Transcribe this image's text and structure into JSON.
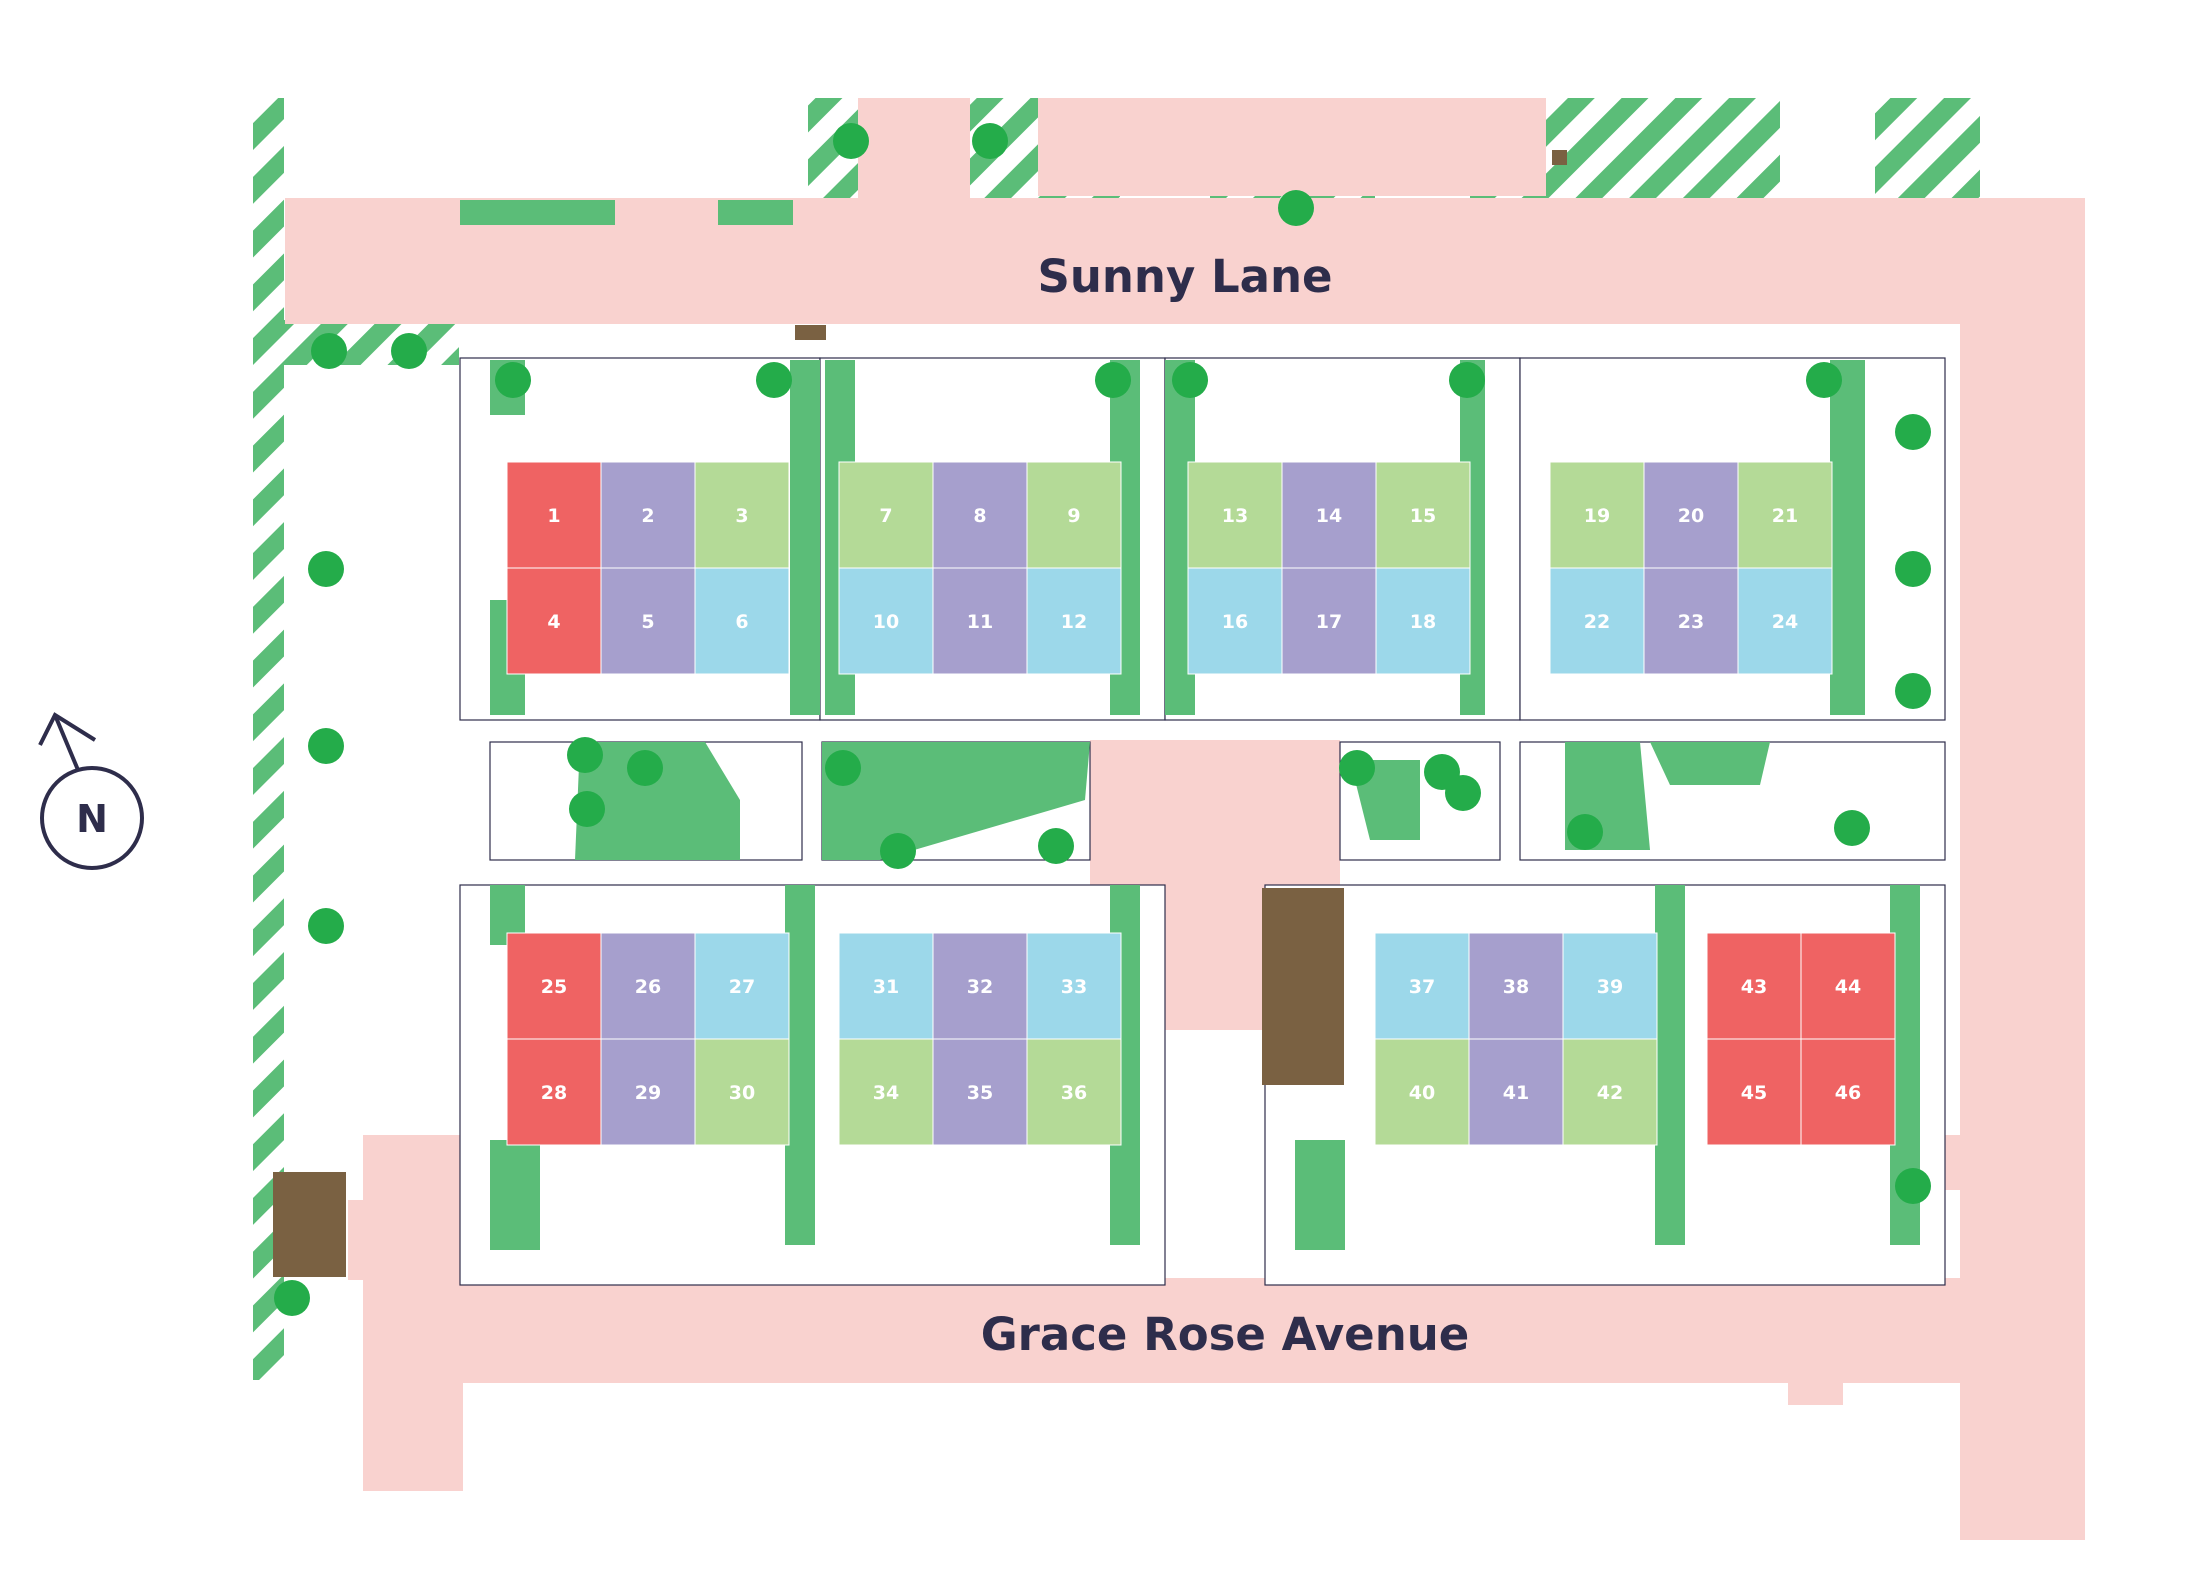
{
  "streets": {
    "north": "Sunny Lane",
    "south": "Grace Rose Avenue"
  },
  "compass": {
    "label": "N",
    "icon": "north-arrow-icon"
  },
  "colors": {
    "road": "#f9d2cf",
    "green_space": "#5bbd78",
    "tree": "#24ac4a",
    "hatch_green": "#5bbd78",
    "building_brown": "#7a6142",
    "outline": "#2e2d4b",
    "plot_red": "#ef6363",
    "plot_purple": "#a69fcd",
    "plot_green": "#b4da97",
    "plot_blue": "#9cd8ea"
  },
  "plots": [
    {
      "number": "1",
      "color": "red"
    },
    {
      "number": "2",
      "color": "purple"
    },
    {
      "number": "3",
      "color": "green"
    },
    {
      "number": "4",
      "color": "red"
    },
    {
      "number": "5",
      "color": "purple"
    },
    {
      "number": "6",
      "color": "blue"
    },
    {
      "number": "7",
      "color": "green"
    },
    {
      "number": "8",
      "color": "purple"
    },
    {
      "number": "9",
      "color": "green"
    },
    {
      "number": "10",
      "color": "blue"
    },
    {
      "number": "11",
      "color": "purple"
    },
    {
      "number": "12",
      "color": "blue"
    },
    {
      "number": "13",
      "color": "green"
    },
    {
      "number": "14",
      "color": "purple"
    },
    {
      "number": "15",
      "color": "green"
    },
    {
      "number": "16",
      "color": "blue"
    },
    {
      "number": "17",
      "color": "purple"
    },
    {
      "number": "18",
      "color": "blue"
    },
    {
      "number": "19",
      "color": "green"
    },
    {
      "number": "20",
      "color": "purple"
    },
    {
      "number": "21",
      "color": "green"
    },
    {
      "number": "22",
      "color": "blue"
    },
    {
      "number": "23",
      "color": "purple"
    },
    {
      "number": "24",
      "color": "blue"
    },
    {
      "number": "25",
      "color": "red"
    },
    {
      "number": "26",
      "color": "purple"
    },
    {
      "number": "27",
      "color": "blue"
    },
    {
      "number": "28",
      "color": "red"
    },
    {
      "number": "29",
      "color": "purple"
    },
    {
      "number": "30",
      "color": "green"
    },
    {
      "number": "31",
      "color": "blue"
    },
    {
      "number": "32",
      "color": "purple"
    },
    {
      "number": "33",
      "color": "blue"
    },
    {
      "number": "34",
      "color": "green"
    },
    {
      "number": "35",
      "color": "purple"
    },
    {
      "number": "36",
      "color": "green"
    },
    {
      "number": "37",
      "color": "blue"
    },
    {
      "number": "38",
      "color": "purple"
    },
    {
      "number": "39",
      "color": "blue"
    },
    {
      "number": "40",
      "color": "green"
    },
    {
      "number": "41",
      "color": "purple"
    },
    {
      "number": "42",
      "color": "green"
    },
    {
      "number": "43",
      "color": "red"
    },
    {
      "number": "44",
      "color": "red"
    },
    {
      "number": "45",
      "color": "red"
    },
    {
      "number": "46",
      "color": "red"
    }
  ]
}
